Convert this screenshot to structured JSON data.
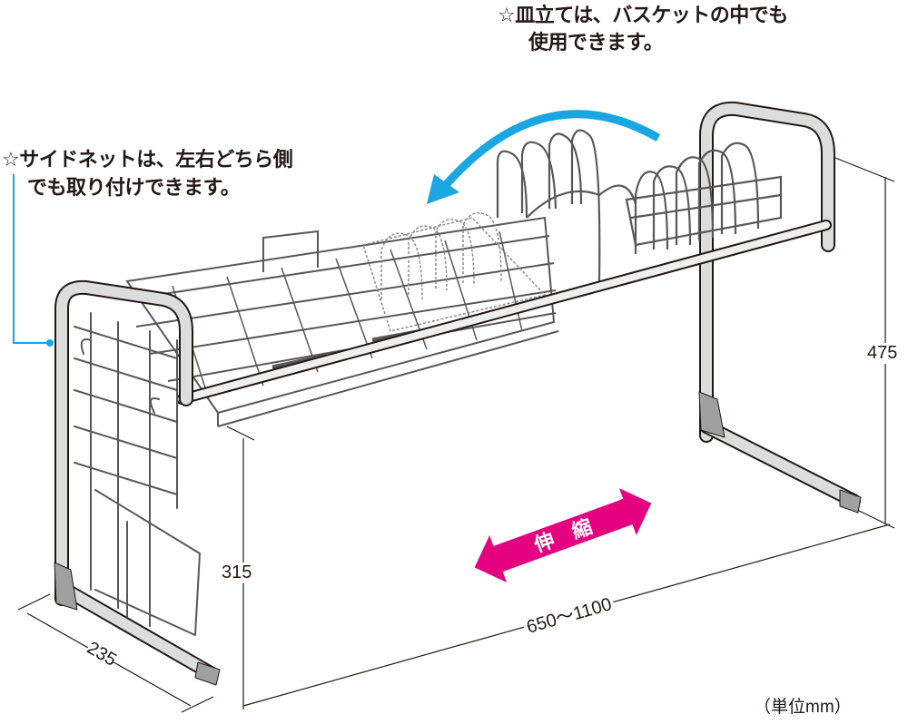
{
  "notes": {
    "dish_rack_line1": "☆皿立ては、バスケットの中でも",
    "dish_rack_line2": "使用できます。",
    "side_net_line1": "☆サイドネットは、左右どちら側",
    "side_net_line2": "でも取り付けできます。"
  },
  "dimensions": {
    "height_total": "475",
    "height_lower": "315",
    "depth": "235",
    "width_range": "650〜1100",
    "unit": "（単位mm）"
  },
  "arrow_label": "伸　縮",
  "colors": {
    "callout_blue": "#1aa6e0",
    "extend_pink": "#e4007f",
    "frame_gray": "#c9cacb",
    "line": "#231815"
  }
}
